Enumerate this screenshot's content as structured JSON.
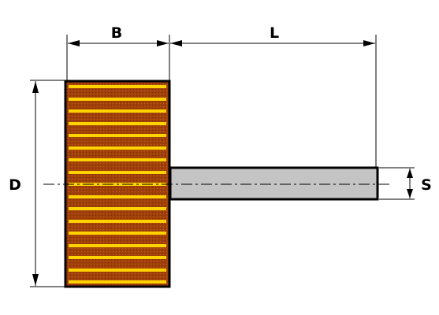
{
  "labels": {
    "b": "B",
    "l": "L",
    "d": "D",
    "s": "S"
  },
  "colors": {
    "wheel_base": "#a0400a",
    "wheel_stripe": "#ffd200",
    "wheel_outline": "#000000",
    "shaft_fill": "#c4c4c4",
    "shaft_outline": "#000000",
    "dimension_line": "#000000"
  },
  "wheel_stripe_count": 17
}
